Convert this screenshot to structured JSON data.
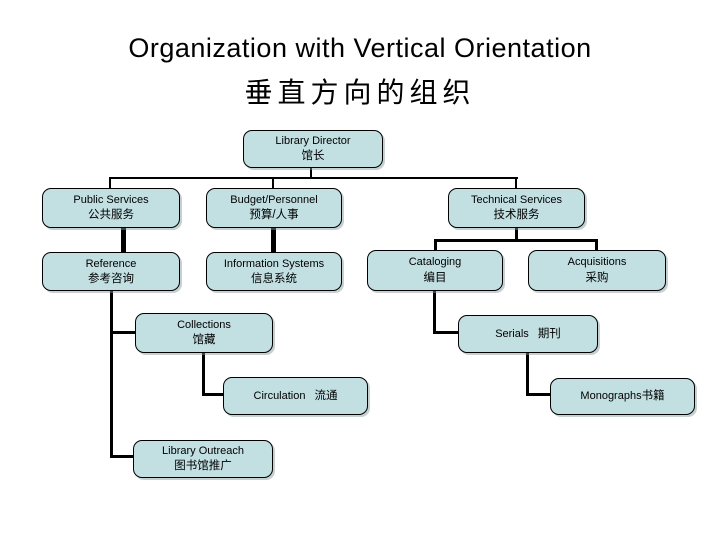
{
  "title": {
    "line1": "Organization with Vertical Orientation",
    "line2": "垂直方向的组织"
  },
  "nodes": {
    "director": {
      "en": "Library Director",
      "zh": "馆长"
    },
    "public_services": {
      "en": "Public Services",
      "zh": "公共服务"
    },
    "budget_personnel": {
      "en": "Budget/Personnel",
      "zh": "预算/人事"
    },
    "technical_services": {
      "en": "Technical Services",
      "zh": "技术服务"
    },
    "reference": {
      "en": "Reference",
      "zh": "参考咨询"
    },
    "information_systems": {
      "en": "Information Systems",
      "zh": "信息系统"
    },
    "cataloging": {
      "en": "Cataloging",
      "zh": "编目"
    },
    "acquisitions": {
      "en": "Acquisitions",
      "zh": "采购"
    },
    "collections": {
      "en": "Collections",
      "zh": "馆藏"
    },
    "serials": {
      "en": "Serials",
      "zh": "期刊"
    },
    "circulation": {
      "en": "Circulation",
      "zh": "流通"
    },
    "monographs": {
      "en": "Monographs",
      "zh": "书籍"
    },
    "library_outreach": {
      "en": "Library Outreach",
      "zh": "图书馆推广"
    }
  },
  "colors": {
    "box_fill": "#c2dfe2",
    "box_border": "#000000",
    "connector": "#000000",
    "background": "#ffffff",
    "title_color": "#000000"
  }
}
